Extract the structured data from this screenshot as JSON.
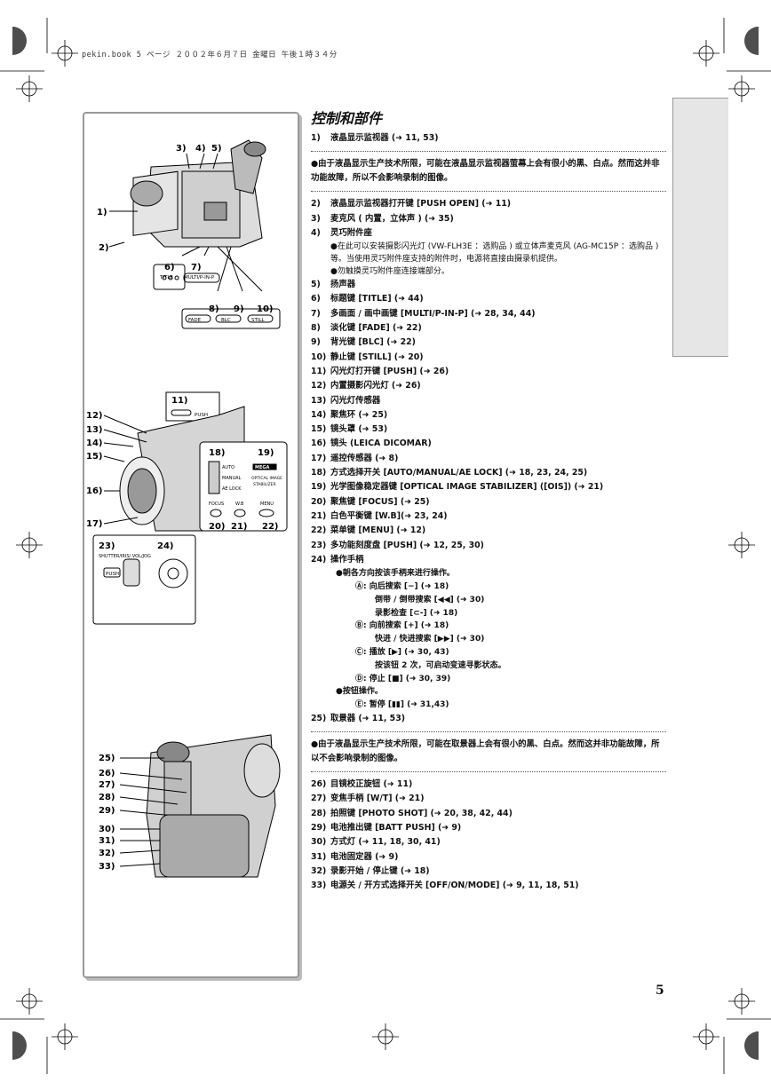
{
  "header": {
    "print_line": "pekin.book  5 ページ  ２００２年６月７日  金曜日  午後１時３４分"
  },
  "page": {
    "title": "控制和部件",
    "number": "5"
  },
  "items_top": [
    {
      "n": "1)",
      "t": "液晶显示监视器 (➜ 11, 53)"
    }
  ],
  "note1": "●由于液晶显示生产技术所限，可能在液晶显示监视器萤幕上会有很小的黑、白点。然而这并非功能故障，所以不会影响录制的图像。",
  "items_mid": [
    {
      "n": "2)",
      "t": "液晶显示监视器打开键 [PUSH OPEN] (➜ 11)"
    },
    {
      "n": "3)",
      "t": "麦克风 ( 内置，立体声 ) (➜ 35)"
    },
    {
      "n": "4)",
      "t": "灵巧附件座"
    }
  ],
  "item4_sub1": "●在此可以安装摄影闪光灯 (VW-FLH3E ：选购品 ) 或立体声麦克风 (AG-MC15P ：选购品 ) 等。当使用灵巧附件座支持的附件时，电源将直接由摄录机提供。",
  "item4_sub2": "●勿触摸灵巧附件座连接端部分。",
  "items_list": [
    {
      "n": "5)",
      "t": "扬声器"
    },
    {
      "n": "6)",
      "t": "标题键 [TITLE] (➜ 44)"
    },
    {
      "n": "7)",
      "t": "多画面 / 画中画键 [MULTI/P-IN-P] (➜ 28, 34, 44)"
    },
    {
      "n": "8)",
      "t": "淡化键 [FADE] (➜ 22)"
    },
    {
      "n": "9)",
      "t": "背光键 [BLC] (➜ 22)"
    },
    {
      "n": "10)",
      "t": "静止键 [STILL] (➜ 20)"
    },
    {
      "n": "11)",
      "t": "闪光灯打开键 [PUSH] (➜ 26)"
    },
    {
      "n": "12)",
      "t": "内置摄影闪光灯 (➜ 26)"
    },
    {
      "n": "13)",
      "t": "闪光灯传感器"
    },
    {
      "n": "14)",
      "t": "聚焦环 (➜ 25)"
    },
    {
      "n": "15)",
      "t": "镜头罩 (➜ 53)"
    },
    {
      "n": "16)",
      "t": "镜头 (LEICA DICOMAR)"
    },
    {
      "n": "17)",
      "t": "遥控传感器 (➜ 8)"
    },
    {
      "n": "18)",
      "t": "方式选择开关 [AUTO/MANUAL/AE LOCK] (➜ 18, 23, 24, 25)"
    },
    {
      "n": "19)",
      "t": "光学图像稳定器键 [OPTICAL IMAGE STABILIZER] ([OIS]) (➜ 21)"
    },
    {
      "n": "20)",
      "t": "聚焦键 [FOCUS] (➜ 25)"
    },
    {
      "n": "21)",
      "t": "白色平衡键 [W.B](➜ 23, 24)"
    },
    {
      "n": "22)",
      "t": "菜单键 [MENU] (➜ 12)"
    },
    {
      "n": "23)",
      "t": "多功能刻度盘 [PUSH] (➜ 12, 25, 30)"
    },
    {
      "n": "24)",
      "t": "操作手柄"
    }
  ],
  "item24": {
    "intro": "●朝各方向按该手柄来进行操作。",
    "a1": "Ⓐ: 向后搜索 [−] (➜ 18)",
    "a2": "倒带 / 倒带搜索 [◀◀] (➜ 30)",
    "a3": "录影检查 [⊂-] (➜ 18)",
    "b1": "Ⓑ: 向前搜索 [+] (➜ 18)",
    "b2": "快进 / 快进搜索 [▶▶] (➜ 30)",
    "c1": "Ⓒ: 播放 [▶] (➜ 30, 43)",
    "c2": "按该钮 2 次，可启动变速寻影状态。",
    "d1": "Ⓓ: 停止 [■] (➜ 30, 39)",
    "press": "●按钮操作。",
    "e1": "Ⓔ: 暂停 [▮▮] (➜ 31,43)"
  },
  "item25": {
    "n": "25)",
    "t": "取景器 (➜ 11, 53)"
  },
  "note2": "●由于液晶显示生产技术所限，可能在取景器上会有很小的黑、白点。然而这并非功能故障，所以不会影响录制的图像。",
  "items_bottom": [
    {
      "n": "26)",
      "t": "目镜校正旋钮 (➜ 11)"
    },
    {
      "n": "27)",
      "t": "变焦手柄 [W/T] (➜ 21)"
    },
    {
      "n": "28)",
      "t": "拍照键 [PHOTO SHOT] (➜ 20, 38, 42, 44)"
    },
    {
      "n": "29)",
      "t": "电池推出键 [BATT PUSH] (➜ 9)"
    },
    {
      "n": "30)",
      "t": "方式灯 (➜ 11, 18, 30, 41)"
    },
    {
      "n": "31)",
      "t": "电池固定器 (➜ 9)"
    },
    {
      "n": "32)",
      "t": "录影开始 / 停止键 (➜ 18)"
    },
    {
      "n": "33)",
      "t": "电源关 / 开方式选择开关 [OFF/ON/MODE] (➜ 9, 11, 18, 51)"
    }
  ],
  "diagram1": {
    "l3": "3)",
    "l4": "4)",
    "l5": "5)",
    "l1": "1)",
    "l2": "2)",
    "l6": "6)",
    "l7": "7)",
    "title_btn": "TITLE",
    "multi_btn": "MULTI/P-IN-P",
    "l8": "8)",
    "l9": "9)",
    "l10": "10)",
    "fade": "FADE",
    "blc": "BLC",
    "still": "STILL"
  },
  "diagram2": {
    "l11": "11)",
    "push": "PUSH",
    "l12": "12)",
    "l13": "13)",
    "l14": "14)",
    "l15": "15)",
    "l16": "16)",
    "l17": "17)",
    "l18": "18)",
    "l19": "19)",
    "auto": "AUTO",
    "manual": "MANUAL",
    "aelock": "AE LOCK",
    "mega": "MEGA",
    "ois1": "OPTICAL IMAGE",
    "ois2": "STABILIZER",
    "focus": "FOCUS",
    "wb": "W.B",
    "menu": "MENU",
    "l20": "20)",
    "l21": "21)",
    "l22": "22)",
    "l23": "23)",
    "l24": "24)",
    "shutter": "SHUTTER/IRIS/ VOL/JOG",
    "push2": "PUSH"
  },
  "diagram3": {
    "l25": "25)",
    "l26": "26)",
    "l27": "27)",
    "l28": "28)",
    "l29": "29)",
    "l30": "30)",
    "l31": "31)",
    "l32": "32)",
    "l33": "33)"
  }
}
